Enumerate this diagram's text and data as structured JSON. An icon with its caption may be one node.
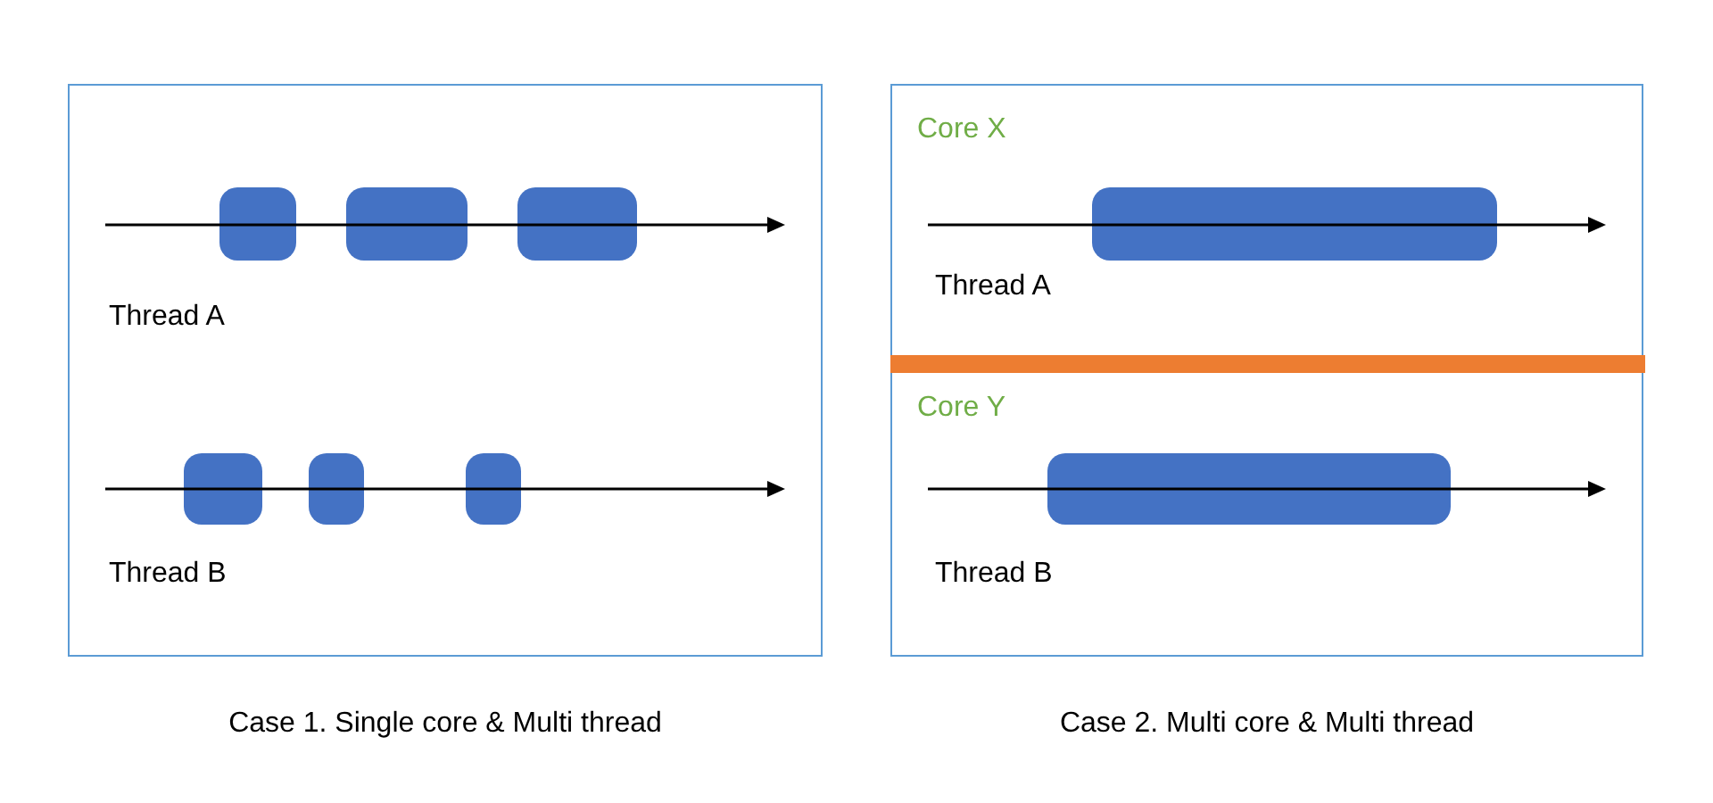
{
  "diagram": {
    "nodes": [
      {
        "text": [],
        "shape": "box",
        "beside": [
          "Case 1. Single core & Multi thread"
        ]
      },
      {
        "text": [],
        "shape": "bar",
        "in": 0
      },
      {
        "text": [],
        "shape": "bar",
        "in": 0
      },
      {
        "text": [],
        "shape": "bar",
        "in": 0
      },
      {
        "text": [],
        "shape": "bar",
        "in": 0
      },
      {
        "text": [],
        "shape": "bar",
        "in": 0
      },
      {
        "text": [],
        "shape": "bar",
        "in": 0
      },
      {
        "text": [],
        "shape": "box",
        "beside": [
          "Case 2. Multi core & Multi thread"
        ]
      },
      {
        "text": [],
        "shape": "bar",
        "in": 7
      },
      {
        "text": [],
        "shape": "bar",
        "in": 7
      }
    ],
    "labels": [
      "Thread A",
      "Thread B",
      "Core X",
      "Thread A",
      "Core Y",
      "Thread B"
    ]
  }
}
